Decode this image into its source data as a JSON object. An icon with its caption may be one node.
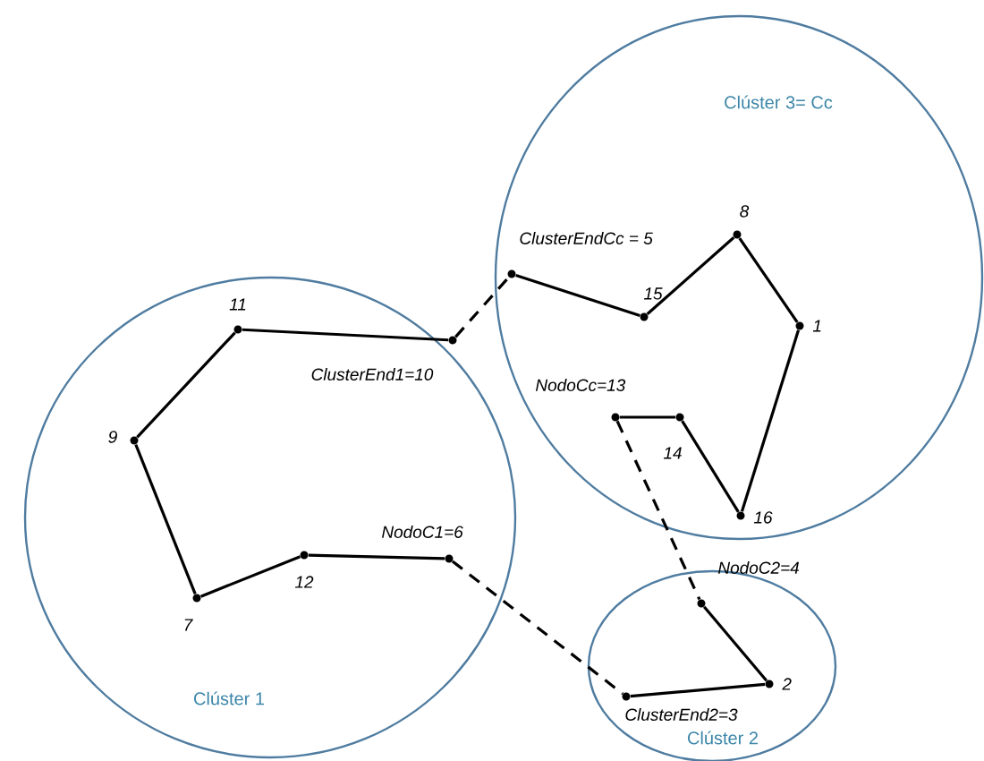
{
  "diagram": {
    "nodes": [
      {
        "text": [
          "Clúster 3= Cc"
        ]
      },
      {
        "text": [
          "8"
        ],
        "in": 0
      },
      {
        "text": [
          "ClusterEndCc = 5"
        ],
        "in": 0
      },
      {
        "text": [
          "15"
        ],
        "in": 0
      },
      {
        "text": [
          "1"
        ],
        "in": 0
      },
      {
        "text": [
          "NodoCc=13"
        ],
        "in": 0
      },
      {
        "text": [
          "14"
        ],
        "in": 0
      },
      {
        "text": [
          "16"
        ],
        "in": 0
      },
      {
        "text": [
          "Clúster 1"
        ]
      },
      {
        "text": [
          "11"
        ],
        "in": 8
      },
      {
        "text": [
          "ClusterEnd1=10"
        ],
        "in": 8
      },
      {
        "text": [
          "9"
        ],
        "in": 8
      },
      {
        "text": [
          "NodoC1=6"
        ],
        "in": 8
      },
      {
        "text": [
          "12"
        ],
        "in": 8
      },
      {
        "text": [
          "7"
        ],
        "in": 8
      },
      {
        "text": [
          "Clúster 2"
        ]
      },
      {
        "text": [
          "NodoC2=4"
        ],
        "in": 15
      },
      {
        "text": [
          "2"
        ],
        "in": 15
      },
      {
        "text": [
          "ClusterEnd2=3"
        ],
        "in": 15
      }
    ],
    "edges": [
      {
        "from": 9,
        "to": 10,
        "arrow": "none"
      },
      {
        "from": 9,
        "to": 11,
        "arrow": "none"
      },
      {
        "from": 11,
        "to": 14,
        "arrow": "none"
      },
      {
        "from": 14,
        "to": 13,
        "arrow": "none"
      },
      {
        "from": 13,
        "to": 12,
        "arrow": "none"
      },
      {
        "from": 2,
        "to": 3,
        "arrow": "none"
      },
      {
        "from": 3,
        "to": 1,
        "arrow": "none"
      },
      {
        "from": 1,
        "to": 4,
        "arrow": "none"
      },
      {
        "from": 4,
        "to": 7,
        "arrow": "none"
      },
      {
        "from": 7,
        "to": 6,
        "arrow": "none"
      },
      {
        "from": 6,
        "to": 5,
        "arrow": "none"
      },
      {
        "from": 16,
        "to": 17,
        "arrow": "none"
      },
      {
        "from": 17,
        "to": 18,
        "arrow": "none"
      },
      {
        "from": 10,
        "to": 2,
        "arrow": "none",
        "style": "dashed"
      },
      {
        "from": 12,
        "to": 18,
        "arrow": "none",
        "style": "dashed"
      },
      {
        "from": 5,
        "to": 16,
        "arrow": "none",
        "style": "dashed"
      }
    ]
  }
}
